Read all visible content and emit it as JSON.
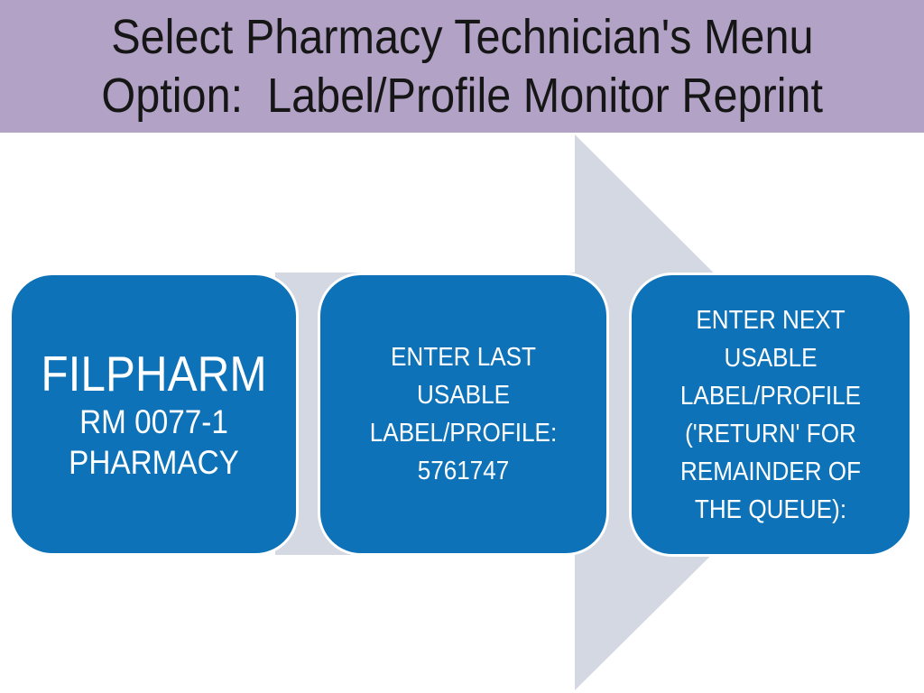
{
  "slide_title": {
    "line1": "Select Pharmacy Technician's Menu",
    "line2": "Option:  Label/Profile Monitor Reprint"
  },
  "process_boxes": [
    {
      "title": "FILPHARM",
      "lines": [
        "RM 0077-1",
        "PHARMACY"
      ]
    },
    {
      "lines": [
        "ENTER LAST",
        "USABLE",
        "LABEL/PROFILE:",
        "5761747"
      ]
    },
    {
      "lines": [
        "ENTER NEXT",
        "USABLE",
        "LABEL/PROFILE",
        "('RETURN' FOR",
        "REMAINDER OF",
        "THE QUEUE):"
      ]
    }
  ],
  "colors": {
    "header_purple": "#b1a2c6",
    "box_blue": "#0d72b8",
    "arrow_gray": "#d4d8e3",
    "title_text": "#161616",
    "box_text": "#ffffff"
  }
}
